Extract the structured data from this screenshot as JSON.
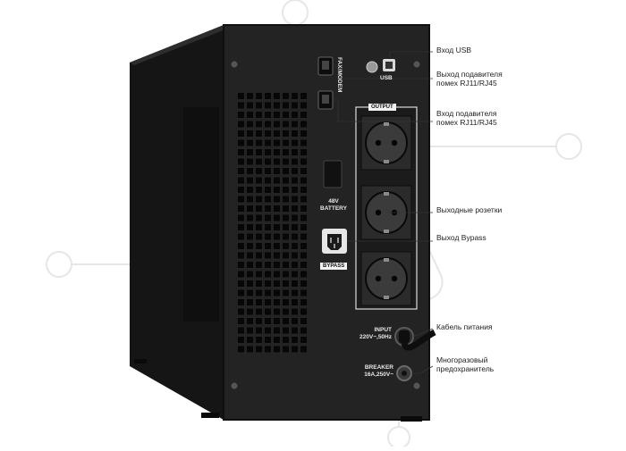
{
  "labels": {
    "usb_port": "USB",
    "fax_modem": "FAX/MODEM",
    "output": "OUTPUT",
    "battery_line1": "48V",
    "battery_line2": "BATTERY",
    "bypass": "BYPASS",
    "input_line1": "INPUT",
    "input_line2": "220V~,50Hz",
    "breaker_line1": "BREAKER",
    "breaker_line2": "16A,250V~"
  },
  "callouts": {
    "usb_in": "Вход USB",
    "noise_out_line1": "Выход подавителя",
    "noise_out_line2": "помех RJ11/RJ45",
    "noise_in_line1": "Вход подавителя",
    "noise_in_line2": "помех RJ11/RJ45",
    "outlets": "Выходные розетки",
    "bypass_out": "Выход Bypass",
    "power_cable": "Кабель питания",
    "breaker_line1": "Многоразовый",
    "breaker_line2": "предохранитель"
  },
  "colors": {
    "body": "#1e1e1e",
    "panel": "#262626",
    "side": "#141414",
    "socket": "#3a3a3a",
    "watermark": "#e9e9e9",
    "leader": "#333333"
  }
}
